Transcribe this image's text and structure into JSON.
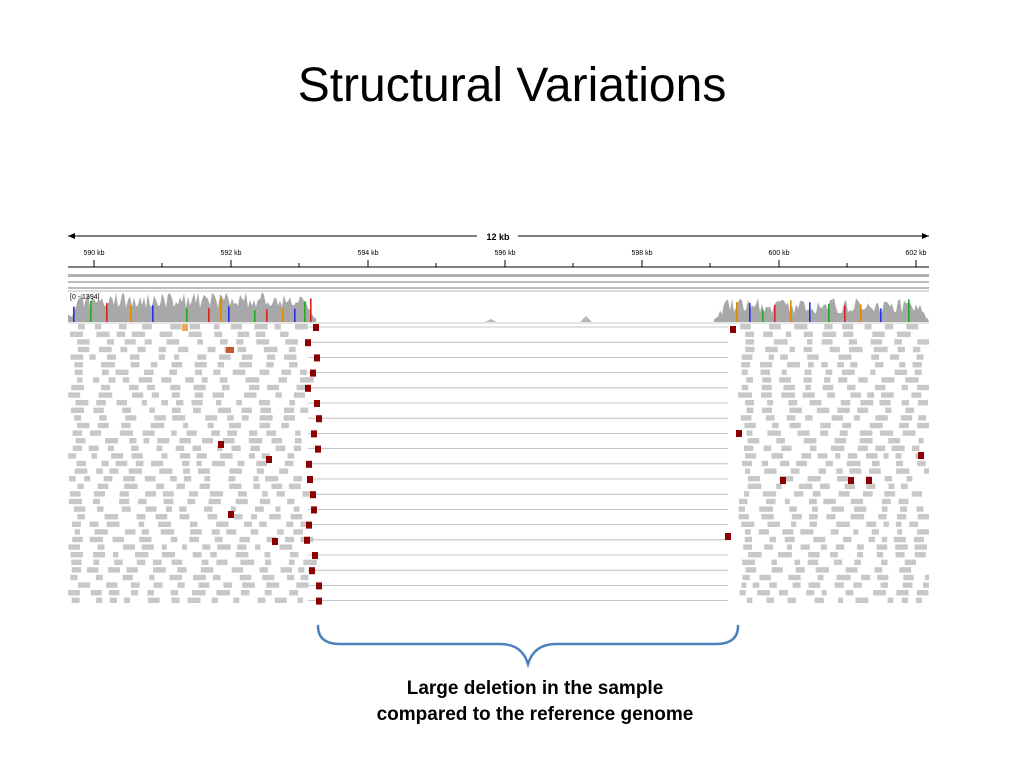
{
  "slide": {
    "title": "Structural Variations"
  },
  "genome_view": {
    "span_label": "12 kb",
    "coverage_range_label": "[0 - 1394]",
    "ruler_ticks": [
      "590 kb",
      "592 kb",
      "594 kb",
      "596 kb",
      "598 kb",
      "600 kb",
      "602 kb"
    ],
    "colors": {
      "coverage": "#a8a8a8",
      "read": "#c8c8c8",
      "discordant_read": "#8b0000",
      "connector": "#b4b4b4",
      "ruler": "#000000"
    }
  },
  "annotation": {
    "caption_line1": "Large deletion in the sample",
    "caption_line2": "compared to the reference genome",
    "brace_color": "#4f81bd"
  }
}
